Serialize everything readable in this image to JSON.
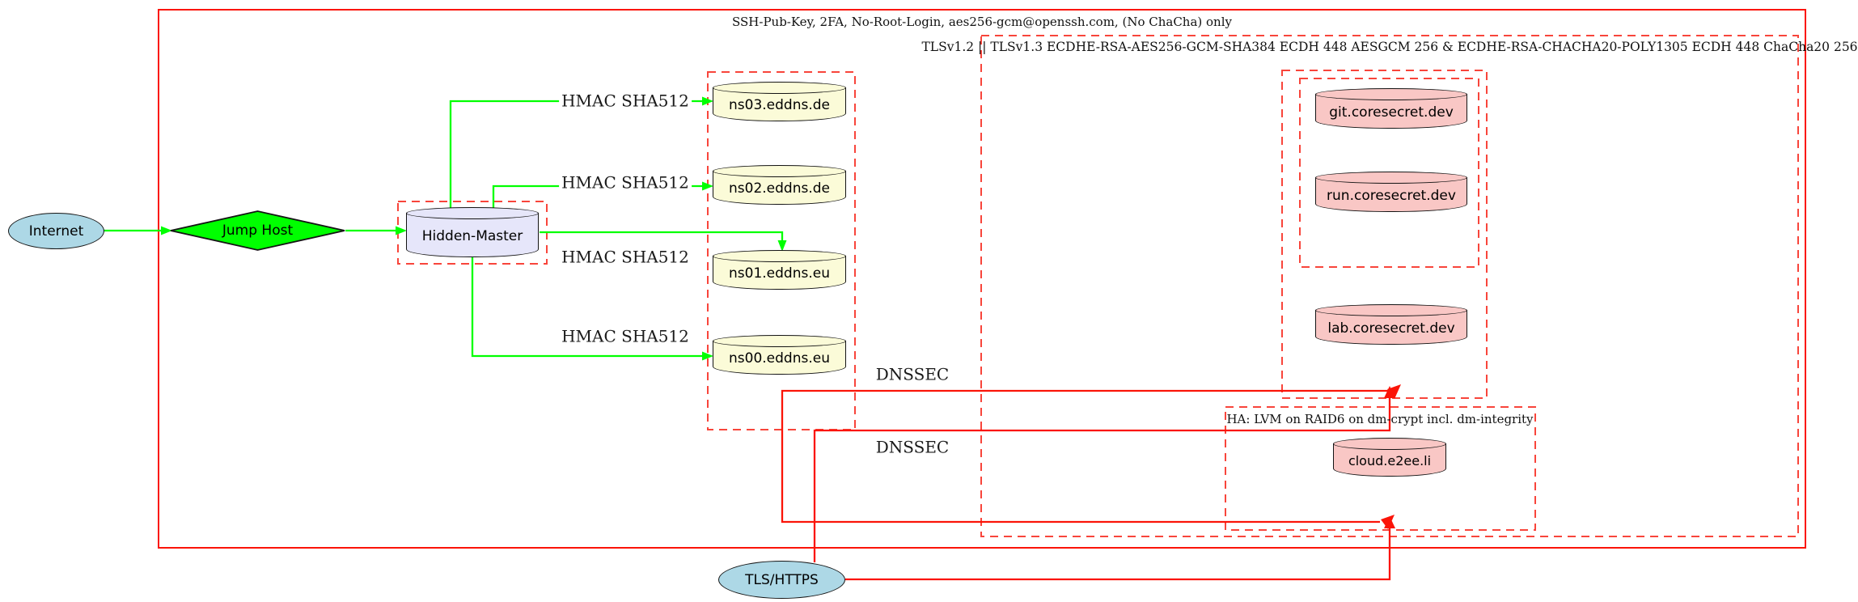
{
  "clusters": {
    "ssh": {
      "label": "SSH-Pub-Key, 2FA, No-Root-Login, aes256-gcm@openssh.com, (No ChaCha) only"
    },
    "tls": {
      "label": "TLSv1.2 || TLSv1.3 ECDHE-RSA-AES256-GCM-SHA384 ECDH 448 AESGCM 256 & ECDHE-RSA-CHACHA20-POLY1305 ECDH 448 ChaCha20 256"
    },
    "ha": {
      "label": "HA: LVM on RAID6 on dm-crypt incl. dm-integrity"
    }
  },
  "nodes": {
    "internet": {
      "label": "Internet",
      "shape": "ellipse",
      "fill": "#add8e6"
    },
    "jump_host": {
      "label": "Jump Host",
      "shape": "diamond",
      "fill": "#00ff00"
    },
    "hidden_master": {
      "label": "Hidden-Master",
      "shape": "cylinder",
      "fill": "#e6e6fa"
    },
    "ns03": {
      "label": "ns03.eddns.de",
      "shape": "cylinder",
      "fill": "#fbfbd8"
    },
    "ns02": {
      "label": "ns02.eddns.de",
      "shape": "cylinder",
      "fill": "#fbfbd8"
    },
    "ns01": {
      "label": "ns01.eddns.eu",
      "shape": "cylinder",
      "fill": "#fbfbd8"
    },
    "ns00": {
      "label": "ns00.eddns.eu",
      "shape": "cylinder",
      "fill": "#fbfbd8"
    },
    "git": {
      "label": "git.coresecret.dev",
      "shape": "cylinder",
      "fill": "#f9c7c5"
    },
    "run": {
      "label": "run.coresecret.dev",
      "shape": "cylinder",
      "fill": "#f9c7c5"
    },
    "lab": {
      "label": "lab.coresecret.dev",
      "shape": "cylinder",
      "fill": "#f9c7c5"
    },
    "cloud": {
      "label": "cloud.e2ee.li",
      "shape": "cylinder",
      "fill": "#f9c7c5"
    },
    "tls_https": {
      "label": "TLS/HTTPS",
      "shape": "ellipse",
      "fill": "#add8e6"
    }
  },
  "edge_labels": {
    "hmac": "HMAC SHA512",
    "dnssec": "DNSSEC"
  },
  "colors": {
    "edge_green": "#00ff00",
    "edge_red": "#fb1408",
    "cluster_dashed_red": "#f8453b",
    "node_border": "#141414"
  }
}
